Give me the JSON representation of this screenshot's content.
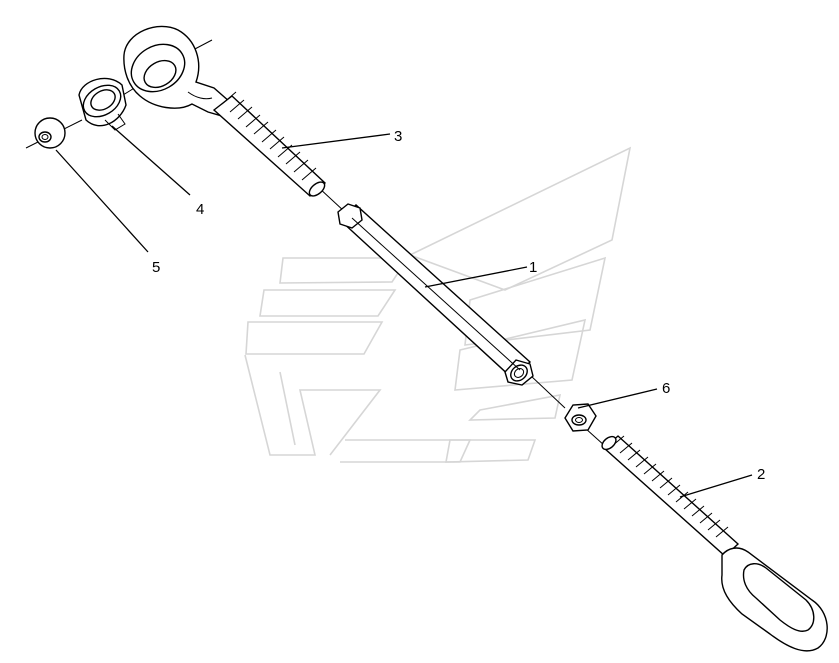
{
  "callouts": {
    "tube": "1",
    "rod_eye_bolt": "2",
    "ball_socket_bolt": "3",
    "retaining_ring": "4",
    "ball_stud": "5",
    "lock_nut": "6"
  },
  "colors": {
    "line": "#000000",
    "watermark": "#d6d6d6",
    "background": "#ffffff"
  }
}
